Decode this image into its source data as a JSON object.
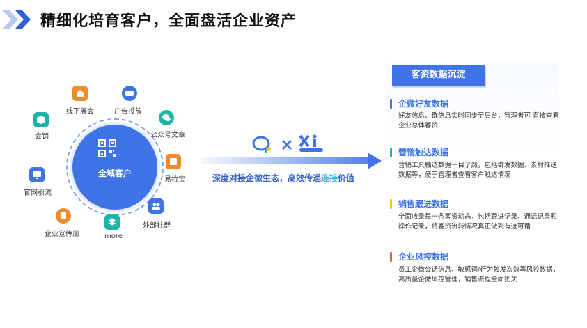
{
  "header": {
    "title": "精细化培育客户，全面盘活企业资产"
  },
  "center": {
    "label": "全域客户"
  },
  "satellites": [
    {
      "label": "线下展会",
      "icon": "exhibition-icon",
      "color": "#f08a2b"
    },
    {
      "label": "广告投放",
      "icon": "ad-icon",
      "color": "#3f73e6"
    },
    {
      "label": "公众号文章",
      "icon": "wechat-article-icon",
      "color": "#1db5a8"
    },
    {
      "label": "易拉宝",
      "icon": "banner-icon",
      "color": "#f08a2b"
    },
    {
      "label": "外部社群",
      "icon": "community-icon",
      "color": "#3f73e6"
    },
    {
      "label": "more",
      "icon": "more-icon",
      "color": "#1db5a8"
    },
    {
      "label": "企业宣传册",
      "icon": "brochure-icon",
      "color": "#f08a2b"
    },
    {
      "label": "官网引流",
      "icon": "website-icon",
      "color": "#3f73e6"
    },
    {
      "label": "会销",
      "icon": "conference-icon",
      "color": "#1db5a8"
    }
  ],
  "arrow": {
    "text_pre": "深度对接企微生态，高效传递",
    "text_hl": "连接",
    "text_post": "价值"
  },
  "panel": {
    "title": "客资数据沉淀",
    "sections": [
      {
        "title": "企微好友数据",
        "color": "#3f73e6",
        "desc": "好友信息、群信息实时同步至后台，管理者可 直接查看企业总体客资"
      },
      {
        "title": "营销触达数据",
        "color": "#1db5c8",
        "desc": "营销工具触达数据一目了然，包括群发数据、素材推送数据等，便于管理者查看客户触达情况"
      },
      {
        "title": "销售跟进数据",
        "color": "#f5c31d",
        "desc": "全面收录每一条客资动态，包括跟进记录、通话记录和操作记录，将客资流转情况真正做到有迹可循"
      },
      {
        "title": "企业风控数据",
        "color": "#f05a3c",
        "desc": "员工企微会话信息、敏感词/行为触发次数等风控数据，高质量企微风控管理，销售流程全面把关"
      }
    ]
  }
}
